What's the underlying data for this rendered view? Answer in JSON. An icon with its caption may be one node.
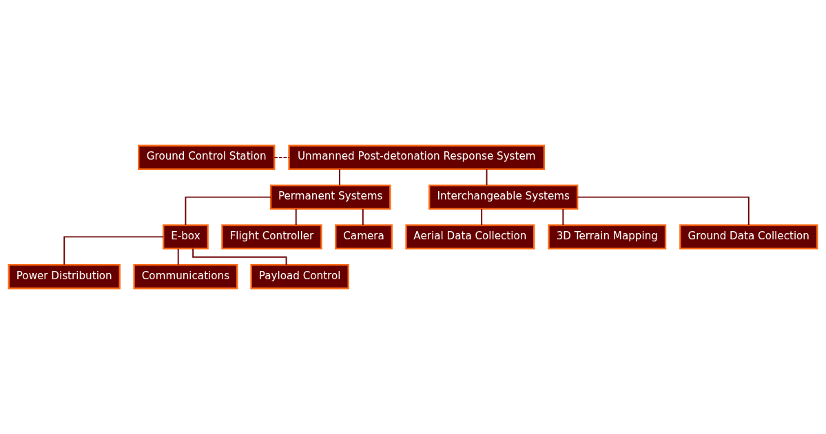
{
  "diagram": {
    "nodes": [
      {
        "text": [
          "Ground Control Station"
        ]
      },
      {
        "text": [
          "Unmanned Post-detonation Response System"
        ]
      },
      {
        "text": [
          "Permanent Systems"
        ]
      },
      {
        "text": [
          "Interchangeable Systems"
        ]
      },
      {
        "text": [
          "E-box"
        ]
      },
      {
        "text": [
          "Flight Controller"
        ]
      },
      {
        "text": [
          "Camera"
        ]
      },
      {
        "text": [
          "Power Distribution"
        ]
      },
      {
        "text": [
          "Communications"
        ]
      },
      {
        "text": [
          "Payload Control"
        ]
      },
      {
        "text": [
          "Aerial Data Collection"
        ]
      },
      {
        "text": [
          "3D Terrain Mapping"
        ]
      },
      {
        "text": [
          "Ground Data Collection"
        ]
      }
    ],
    "edges": [
      {
        "from": 0,
        "to": 1,
        "arrow": "none",
        "style": "dashed"
      },
      {
        "from": 1,
        "to": 2,
        "arrow": "none"
      },
      {
        "from": 1,
        "to": 3,
        "arrow": "none"
      },
      {
        "from": 2,
        "to": 4,
        "arrow": "none"
      },
      {
        "from": 2,
        "to": 5,
        "arrow": "none"
      },
      {
        "from": 2,
        "to": 6,
        "arrow": "none"
      },
      {
        "from": 4,
        "to": 7,
        "arrow": "none"
      },
      {
        "from": 4,
        "to": 8,
        "arrow": "none"
      },
      {
        "from": 4,
        "to": 9,
        "arrow": "none"
      },
      {
        "from": 3,
        "to": 10,
        "arrow": "none"
      },
      {
        "from": 3,
        "to": 11,
        "arrow": "none"
      },
      {
        "from": 3,
        "to": 12,
        "arrow": "none"
      }
    ]
  }
}
